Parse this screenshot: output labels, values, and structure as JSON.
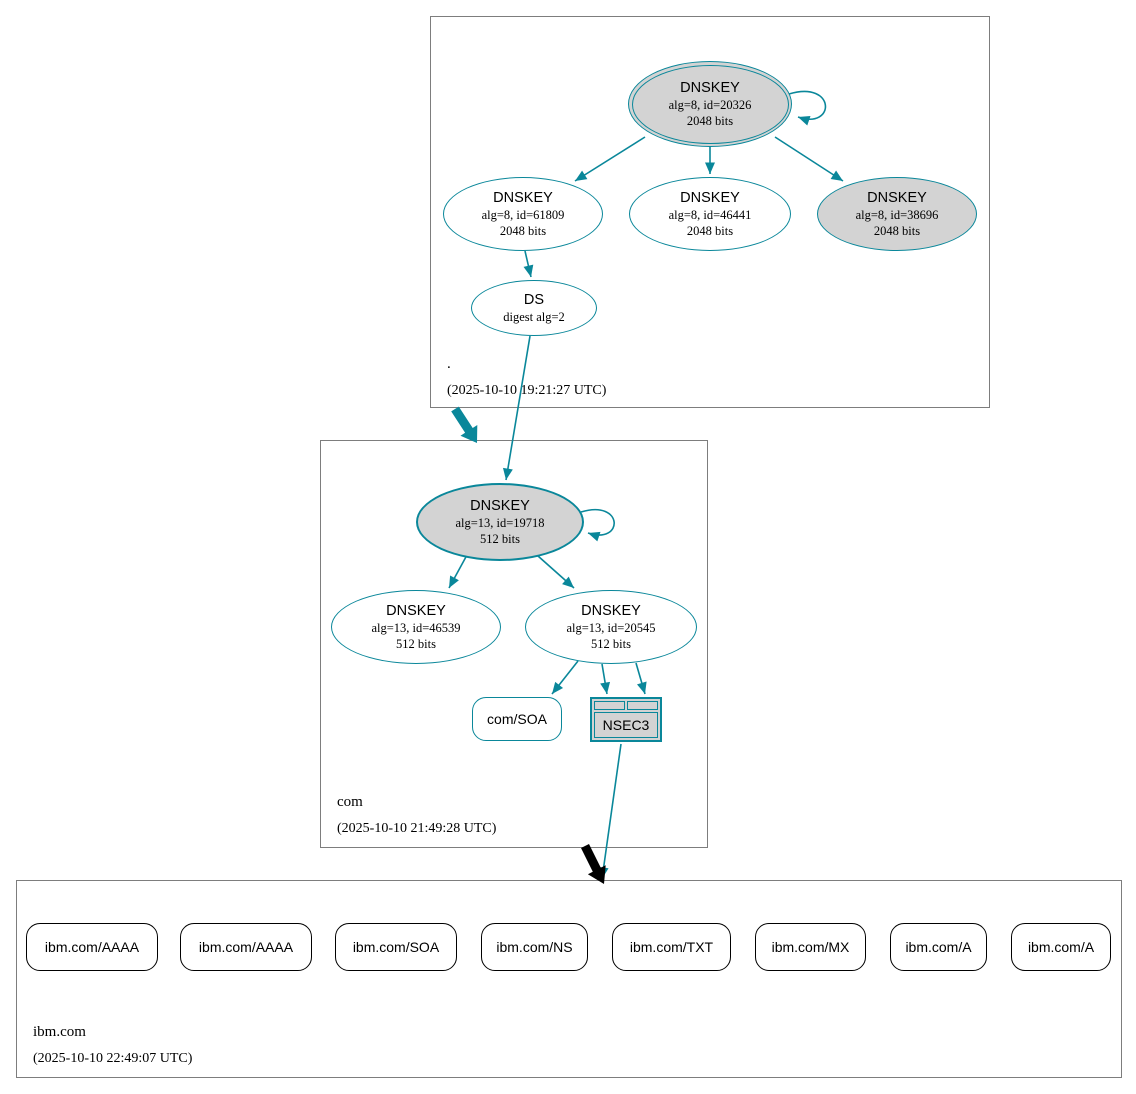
{
  "colors": {
    "secure": "#0a879a",
    "insecure": "#000000",
    "fill-gray": "#d3d3d3",
    "zone-border": "#7d7d7d"
  },
  "zones": {
    "root": {
      "label": ".",
      "timestamp": "(2025-10-10 19:21:27 UTC)",
      "keys": {
        "ksk": {
          "title": "DNSKEY",
          "line1": "alg=8, id=20326",
          "line2": "2048 bits"
        },
        "zsk1": {
          "title": "DNSKEY",
          "line1": "alg=8, id=61809",
          "line2": "2048 bits"
        },
        "zsk2": {
          "title": "DNSKEY",
          "line1": "alg=8, id=46441",
          "line2": "2048 bits"
        },
        "zsk3": {
          "title": "DNSKEY",
          "line1": "alg=8, id=38696",
          "line2": "2048 bits"
        },
        "ds": {
          "title": "DS",
          "line1": "digest alg=2"
        }
      }
    },
    "com": {
      "label": "com",
      "timestamp": "(2025-10-10 21:49:28 UTC)",
      "keys": {
        "ksk": {
          "title": "DNSKEY",
          "line1": "alg=13, id=19718",
          "line2": "512 bits"
        },
        "zsk1": {
          "title": "DNSKEY",
          "line1": "alg=13, id=46539",
          "line2": "512 bits"
        },
        "zsk2": {
          "title": "DNSKEY",
          "line1": "alg=13, id=20545",
          "line2": "512 bits"
        }
      },
      "soa": {
        "label": "com/SOA"
      },
      "nsec3": {
        "label": "NSEC3"
      }
    },
    "ibm": {
      "label": "ibm.com",
      "timestamp": "(2025-10-10 22:49:07 UTC)",
      "rrsets": [
        {
          "label": "ibm.com/AAAA"
        },
        {
          "label": "ibm.com/AAAA"
        },
        {
          "label": "ibm.com/SOA"
        },
        {
          "label": "ibm.com/NS"
        },
        {
          "label": "ibm.com/TXT"
        },
        {
          "label": "ibm.com/MX"
        },
        {
          "label": "ibm.com/A"
        },
        {
          "label": "ibm.com/A"
        }
      ]
    }
  }
}
